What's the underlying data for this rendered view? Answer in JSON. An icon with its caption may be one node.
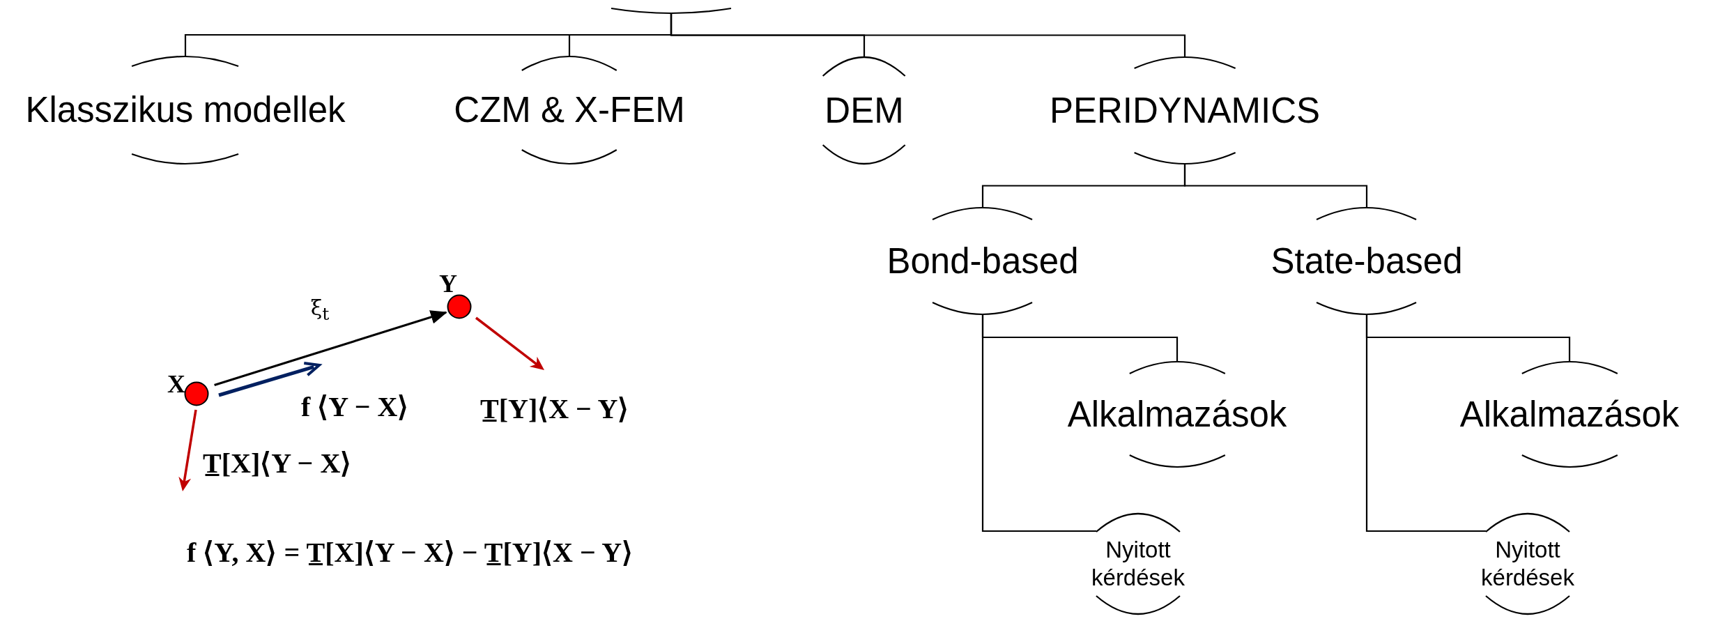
{
  "diagram": {
    "nodes": [
      {
        "text": [],
        "shape": "ellipse"
      },
      {
        "text": [
          "Klasszikus modellek"
        ]
      },
      {
        "text": [
          "CZM & X-FEM"
        ]
      },
      {
        "text": [
          "DEM"
        ]
      },
      {
        "text": [
          "PERIDYNAMICS"
        ]
      },
      {
        "text": [
          "Bond-based"
        ]
      },
      {
        "text": [
          "State-based"
        ]
      },
      {
        "text": [
          "Alkalmazások"
        ]
      },
      {
        "text": [
          "Nyitott kérdések"
        ]
      },
      {
        "text": [
          "Alkalmazások"
        ]
      },
      {
        "text": [
          "Nyitott kérdések"
        ]
      },
      {
        "text": [],
        "shape": "circle",
        "beside": [
          "X"
        ]
      },
      {
        "text": [],
        "shape": "circle",
        "beside": [
          "Y"
        ]
      }
    ],
    "edges": [
      {
        "from": 0,
        "to": 1,
        "arrow": "none"
      },
      {
        "from": 0,
        "to": 2,
        "arrow": "none"
      },
      {
        "from": 0,
        "to": 3,
        "arrow": "none"
      },
      {
        "from": 0,
        "to": 4,
        "arrow": "none"
      },
      {
        "from": 4,
        "to": 5,
        "arrow": "none"
      },
      {
        "from": 4,
        "to": 6,
        "arrow": "none"
      },
      {
        "from": 5,
        "to": 7,
        "arrow": "none"
      },
      {
        "from": 5,
        "to": 8,
        "arrow": "none"
      },
      {
        "from": 6,
        "to": 9,
        "arrow": "none"
      },
      {
        "from": 6,
        "to": 10,
        "arrow": "none"
      },
      {
        "from": 11,
        "to": 12,
        "arrow": "to",
        "label": "ξ$_{t}$"
      }
    ],
    "labels": [
      "f ⟨Y − X⟩",
      "T̲[Y]⟨X − Y⟩",
      "T̲[X]⟨Y − X⟩",
      "f ⟨Y, X⟩ = T̲[X]⟨Y − X⟩ − T̲[Y]⟨X − Y⟩"
    ]
  }
}
